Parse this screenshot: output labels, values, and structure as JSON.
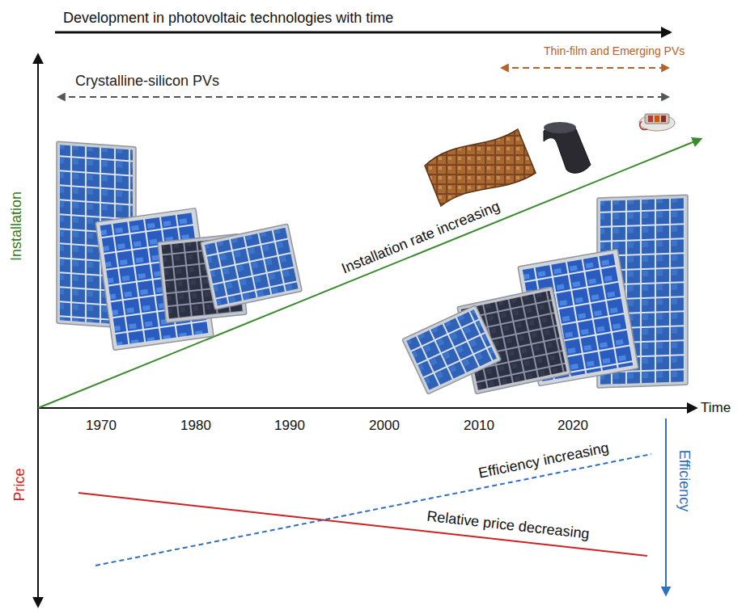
{
  "diagram": {
    "title": "Development in photovoltaic technologies with time",
    "labels": [
      "Crystalline-silicon PVs",
      "Thin-film and Emerging PVs",
      "Installation",
      "Installation rate increasing",
      "Time",
      "1970",
      "1980",
      "1990",
      "2000",
      "2010",
      "2020",
      "Price",
      "Efficiency increasing",
      "Relative price decreasing",
      "Efficiency"
    ]
  }
}
